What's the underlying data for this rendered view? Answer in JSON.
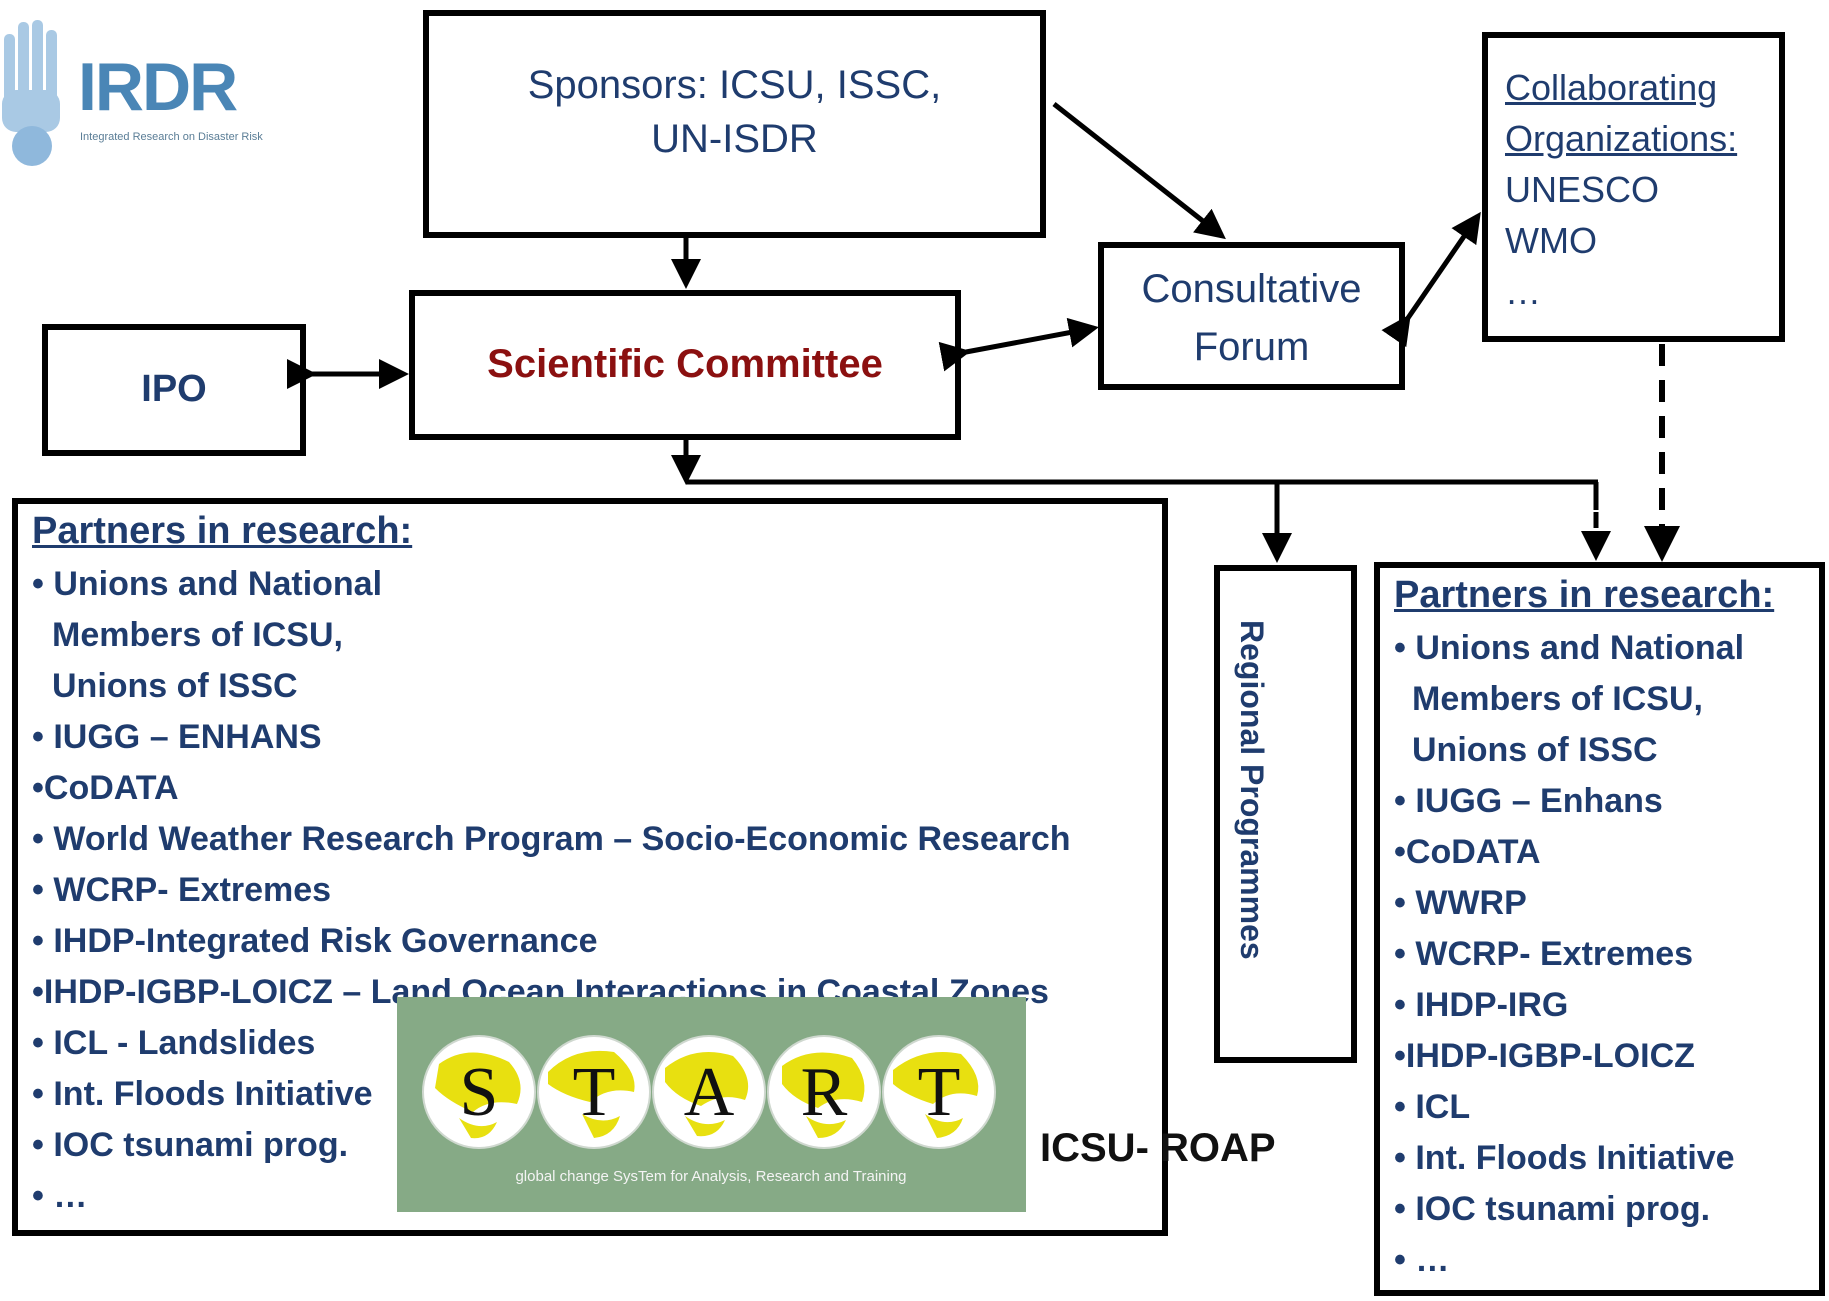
{
  "logo": {
    "name": "IRDR",
    "subtitle": "Integrated Research on Disaster Risk"
  },
  "sponsors": {
    "line1": "Sponsors: ICSU, ISSC,",
    "line2": "UN-ISDR"
  },
  "collaborating": {
    "heading_line1": "Collaborating ",
    "heading_line2": "Organizations:",
    "items": [
      "UNESCO",
      "WMO",
      "…"
    ]
  },
  "consultative_forum": {
    "line1": "Consultative",
    "line2": "Forum"
  },
  "ipo": "IPO",
  "scientific_committee": "Scientific Committee",
  "regional_programmes": "Regional Programmes",
  "left_partners": {
    "heading": "Partners in research:",
    "items": [
      "• Unions and National",
      "  Members of ICSU,",
      "  Unions of ISSC",
      "• IUGG – ENHANS",
      "•CoDATA",
      "• World Weather Research Program – Socio-Economic Research",
      "• WCRP- Extremes",
      "• IHDP-Integrated Risk Governance",
      "•IHDP-IGBP-LOICZ – Land Ocean Interactions in Coastal Zones",
      "• ICL - Landslides",
      "• Int. Floods Initiative",
      "• IOC tsunami prog.",
      "• …"
    ]
  },
  "right_partners": {
    "heading": "Partners in research:",
    "items": [
      "• Unions and National",
      "  Members of ICSU,",
      "  Unions of ISSC",
      "• IUGG – Enhans",
      "•CoDATA",
      "• WWRP",
      "• WCRP- Extremes",
      "• IHDP-IRG",
      "•IHDP-IGBP-LOICZ",
      "• ICL",
      "• Int. Floods Initiative",
      "• IOC tsunami prog.",
      "• …"
    ]
  },
  "start_logo": {
    "letters": [
      "S",
      "T",
      "A",
      "R",
      "T"
    ],
    "tagline": "global change SysTem for Analysis, Research and Training"
  },
  "icsu_roap": "ICSU- ROAP",
  "colors": {
    "text_blue": "#1f3c6e",
    "committee_red": "#8b1010",
    "logo_blue": "#4a86b6",
    "start_green": "#86aa86",
    "globe_yellow": "#e8e010"
  }
}
